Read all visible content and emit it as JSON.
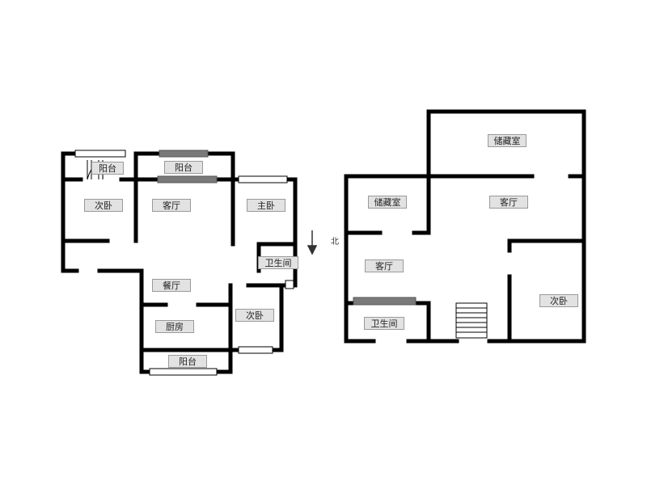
{
  "floor1": {
    "balcony_left": "阳台",
    "balcony_top": "阳台",
    "bedroom_left": "次卧",
    "living": "客厅",
    "master": "主卧",
    "bathroom": "卫生间",
    "dining": "餐厅",
    "kitchen": "厨房",
    "bedroom_small": "次卧",
    "balcony_bottom": "阳台"
  },
  "floor2": {
    "storage_top": "储藏室",
    "storage_left": "储藏室",
    "living_right": "客厅",
    "living_left": "客厅",
    "bathroom": "卫生间",
    "bedroom": "次卧"
  },
  "compass": {
    "label": "北"
  },
  "colors": {
    "wall": "#000000",
    "window_bar": "#7a7a7a",
    "label_bg": "#e2e2e2"
  }
}
